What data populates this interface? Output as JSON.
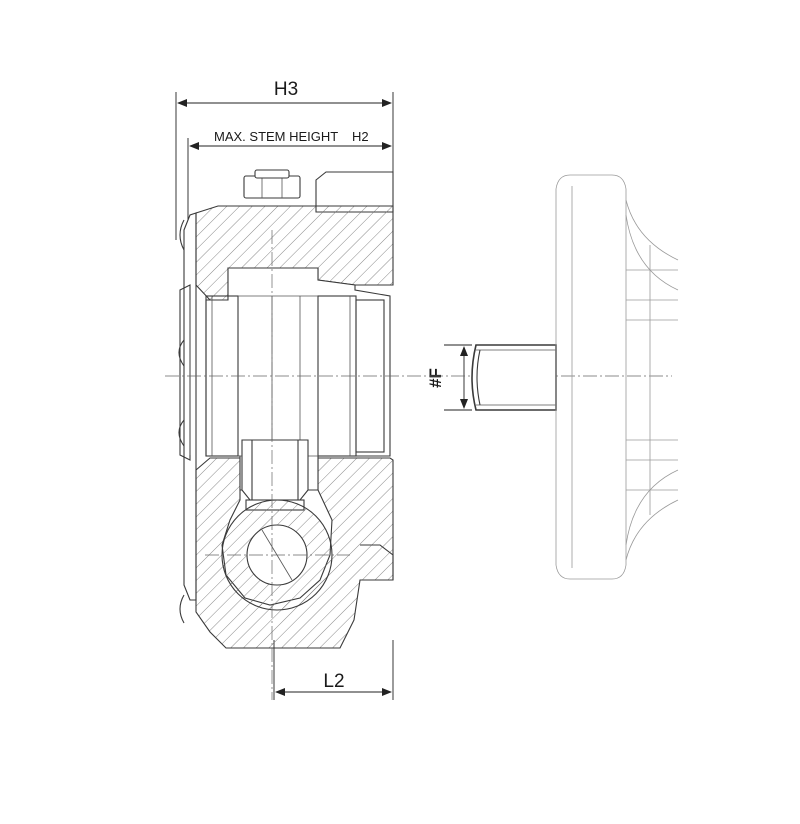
{
  "labels": {
    "h3": "H3",
    "stem": "MAX. STEM HEIGHT",
    "h2": "H2",
    "l2": "L2",
    "f": "#F"
  }
}
